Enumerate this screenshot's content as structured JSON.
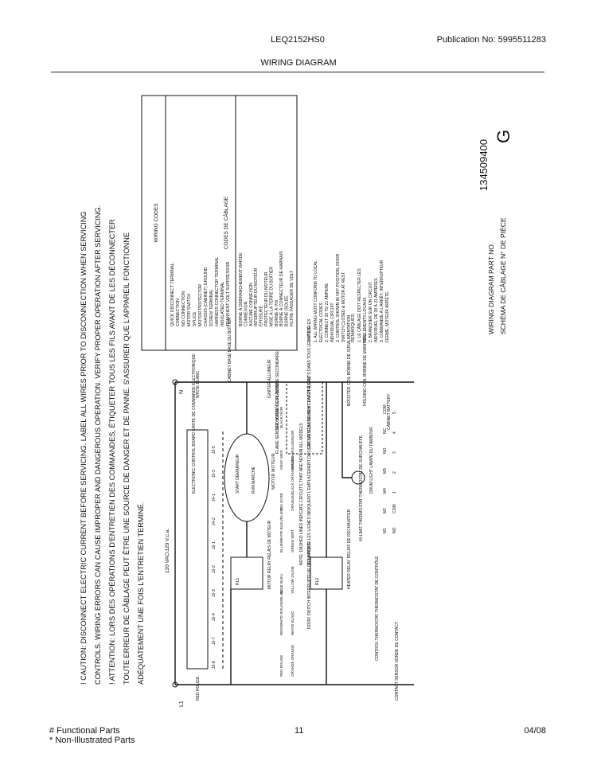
{
  "header": {
    "model": "LEQ2152HS0",
    "publication": "Publication No:  5995511283",
    "title": "WIRING DIAGRAM"
  },
  "caution": [
    "! CAUTION: DISCONNECT ELECTRIC CURRENT BEFORE SERVICING. LABEL ALL WIRES PRIOR TO DISCONNECTION WHEN SERVICING",
    "CONTROLS. WIRING ERRORS CAN CAUSE IMPROPER AND DANGEROUS OPERATION. VERIFY PROPER OPERATION AFTER SERVICING.",
    "! ATTENTION: LORS DES OPÉRATIONS D'ENTRETIEN DES COMMANDES, ÉTIQUETER TOUS LES FILS AVANT DE LES DÉCONNECTER",
    "TOUTE ERREUR DE CÂBLAGE PEUT ÊTRE UNE SOURCE DE DANGER ET DE PANNE. S'ASSURER QUE L'APPAREIL FONCTIONNE",
    "ADÉQUATEMENT UNE FOIS L'ENTRETIEN TERMINÉ."
  ],
  "wiring_codes": {
    "title": "WIRING CODES",
    "items": [
      "QUICK DISCONNECT TERMINAL",
      "CONNECTION",
      "NO CONNECTION",
      "MOTOR SWITCH",
      "SPLICE",
      "MOTOR PROTECTOR",
      "CHASSIS (CABINET) GROUND",
      "SCREW TERMINAL",
      "HARNESS CONNECTOR TERMINAL",
      "INSULATED TERMINAL",
      "TRANSIENT VOLT SUPPRESSOR"
    ]
  },
  "codes_fr": {
    "title": "CODES DE CÂBLAGE",
    "items": [
      "BORNE À DÉBRANCHEMENT RAPIDE",
      "CONNEXION",
      "AUCUNE CONNEXION",
      "INTERRUPTEUR DU MOTEUR",
      "ÉPISSURE",
      "PROTECTEUR DU MOTEUR",
      "MISE À LA TERRE DU BOÎTIER",
      "BORNE À VIS",
      "BORNE À CONNECTEUR DE HARNAIS",
      "BORNE ISOLÉE",
      "FILTRE PASSAGER DE VOLT"
    ]
  },
  "notes": {
    "title": "NOTES:",
    "lines": [
      "1. ALL WIRING MUST CONFORM TO LOCAL",
      "ELECTRICAL CODES.",
      "2. CONNECT 30 TO 21 AMPERE",
      "INDIVIDUAL CIRCUIT.",
      "3. CONTROL SHOWN IN OFF POSITION, DOOR",
      "SWITCH CLOSED & MOTOR AT REST."
    ],
    "fr_title": "REMARQUES:",
    "fr_lines": [
      "1. LE CÂBLAGE DOIT RESPECTER LES",
      "RÉGLEMENTS LOCAUX.",
      "2. BRANCHER SUR UN CIRCUIT",
      "INDIVIDUEL DE 30 À 21 AMPÈRES.",
      "3. COMMANDE À L'ARRÊT, INTERRUPTEUR",
      "FERMÉ, MOTEUR ARRÊTÉ."
    ]
  },
  "part_no": {
    "label": "WIRING DIAGRAM PART NO.",
    "number": "134509400",
    "label_fr": "SCHÉMA DE CÂBLAGE N° DE PIÈCE",
    "letter": "G"
  },
  "schematic": {
    "voltage": "120 VAC\\120 V.c.a.",
    "L1": "L1",
    "N": "N",
    "red_rouge": "RED\nROUGE",
    "white_blanc": "WHITE\nBLANC",
    "contact_sensor": "CONTACT\nSENSOR\nSONDE\nDE CONTACT",
    "control_thermostat": "CONTROL\nTHERMOSTAT\nTHERMOSTAT\nDE CONTRÔLE",
    "door_switch": "DOOR SWITCH\nINTERRUPTEUR\nDE LA PORTE",
    "electronic_control": "ELECTRONIC\nCONTROL BOARD\nCARTE DE\nCOMMANDE\nÉLECTRONIQUE",
    "motor_relay": "MOTOR RELAY\nRELAIS DE\nMOTEUR",
    "heater_relay": "HEATER RELAY\nRELAIS DE\nRÉCHAUFFER",
    "rl1": "RL1",
    "rl2": "RL2",
    "motor": "MOTOR\nMOTEUR",
    "start_switch": "START\nDÉMARREUR",
    "run": "RUN\nMARCHE",
    "drum_lamp": "DRUM LIGHT\nLAMPE DU TAMBOUR",
    "cabinet_ground": "CABINET\nBATTERY",
    "note_dashed": "NOTE:\nDASHED LINES INDICATE\nCIRCUITS THAT ARE NOT\nIN ALL MODELS",
    "note_fr": "REMARQUE:\nLES LIGNES INDIQUENT L'EMPLACEMENT\nDES CIRCUITS QUI NE SONT PAS\nPRÉSENTS DANS TOUS LES MODÈLES",
    "gas_valve": "GAS VALVE\nASSEMBLY\nCLAPET À GAZ",
    "flame_sensor": "FLAME\nSENSOR\nSONDE DE\nFLAMME",
    "secondary_coil": "SECONDARY\nCOIL\nBOBINE\nSECONDAIRE",
    "igniter": "IGNITER\nALLUMEUR",
    "booster_coil": "BOOSTER\nCOIL\nBOBINE DE\nSURALIMENTATION",
    "holding_coil": "HOLDING\nCOIL\nBOBINE DE\nMAINTIEN",
    "hilimit": "HI-LIMIT\nTHERMOSTAT\nTHERMOSTAT DE\nSURCHAUFFE",
    "cabinet_base": "CABINET BASE\nBASE DU BOÎTIER",
    "connectors": [
      "J2-8",
      "J2-7",
      "J2-4",
      "J2-3",
      "J2-2",
      "J2-1",
      "J4-2",
      "J4-1",
      "J2-3",
      "J2-5"
    ],
    "wire_colors": [
      "RED\nROUGE",
      "RED/WHITE\nROUGE/BLANC",
      "BLUE\nBLEU",
      "BLUE/WHITE\nBLEU/BLANC",
      "TAN\nOCRE",
      "GRAY\nGRIS",
      "BLACK\nNOIR",
      "ORANGE\nORANGE",
      "WHITE\nBLANC",
      "YELLOW\nJAUNE",
      "GREEN\nVERT",
      "ORANGE/BLACK\nORANGE/NOIR",
      "RED/BLK\nROUGE/NOIR"
    ],
    "markers": [
      "M1",
      "M2",
      "M4",
      "M5",
      "NO",
      "NC",
      "COM",
      "NO",
      "COM",
      "1",
      "2",
      "3",
      "4",
      "5"
    ]
  },
  "footer": {
    "functional": "# Functional Parts",
    "non_illustrated": "* Non-Illustrated Parts",
    "page": "11",
    "date": "04/08"
  }
}
